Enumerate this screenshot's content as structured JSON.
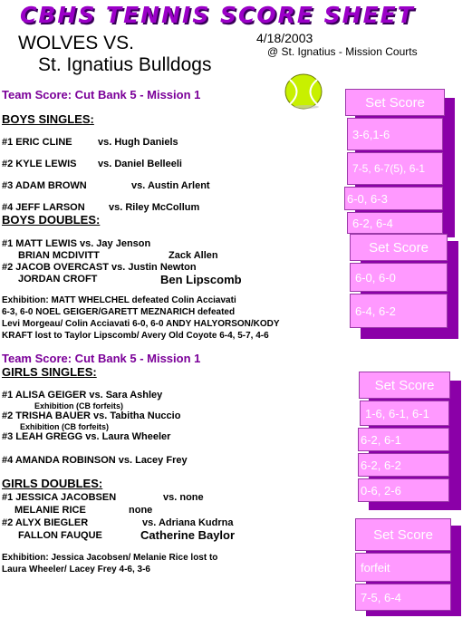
{
  "header": {
    "title": "CBHS   TENNIS SCORE SHEET",
    "team_line1": "WOLVES VS.",
    "team_line2": "St. Ignatius Bulldogs",
    "date": "4/18/2003",
    "venue": "@ St. Ignatius - Mission Courts"
  },
  "boys": {
    "team_score": "Team Score: Cut Bank 5 - Mission 1",
    "singles_title": "BOYS SINGLES:",
    "singles": [
      {
        "home": "#1  ERIC CLINE",
        "vs": "vs.  Hugh Daniels"
      },
      {
        "home": "#2  KYLE LEWIS",
        "vs": "vs.  Daniel Belleeli"
      },
      {
        "home": "#3  ADAM BROWN",
        "vs": "vs.  Austin Arlent"
      },
      {
        "home": "#4  JEFF LARSON",
        "vs": "vs.  Riley McCollum"
      }
    ],
    "doubles_title": "BOYS DOUBLES:",
    "d1_home1": "#1  MATT LEWIS vs.  Jay Jenson",
    "d1_home2": "BRIAN MCDIVITT",
    "d1_away2": "Zack Allen",
    "d2_home1": "#2  JACOB OVERCAST vs.  Justin Newton",
    "d2_home2": "JORDAN CROFT",
    "d2_away2": "Ben Lipscomb",
    "exhibition": [
      "Exhibition: MATT WHELCHEL defeated Colin Acciavati",
      " 6-3, 6-0 NOEL GEIGER/GARETT MEZNARICH defeated",
      "Levi Morgeau/ Colin Acciavati 6-0, 6-0  ANDY HALYORSON/KODY",
      "KRAFT lost to Taylor Lipscomb/ Avery Old Coyote 6-4, 5-7, 4-6"
    ],
    "singles_scores": {
      "header": "Set Score",
      "scores": [
        "3-6,1-6",
        "7-5, 6-7(5), 6-1",
        "6-0, 6-3",
        "6-2, 6-4"
      ]
    },
    "doubles_scores": {
      "header": "Set Score",
      "scores": [
        "6-0, 6-0",
        "6-4, 6-2"
      ]
    }
  },
  "girls": {
    "team_score": "Team Score: Cut Bank 5 - Mission 1",
    "singles_title": "GIRLS SINGLES:",
    "s1": "#1  ALISA GEIGER vs.  Sara Ashley",
    "s1_note": "Exhibition (CB forfeits)",
    "s2": "#2  TRISHA BAUER vs.  Tabitha Nuccio",
    "s2_note": "Exhibition (CB forfeits)",
    "s3": "#3  LEAH GREGG  vs. Laura Wheeler",
    "s4": "#4  AMANDA ROBINSON  vs.  Lacey Frey",
    "doubles_title": "GIRLS DOUBLES:",
    "d1_home1": "#1  JESSICA JACOBSEN",
    "d1_away1": "vs.  none",
    "d1_home2": "MELANIE RICE",
    "d1_away2": "none",
    "d2_home1": "#2  ALYX BIEGLER",
    "d2_away1": "vs.  Adriana Kudrna",
    "d2_home2": "FALLON FAUQUE",
    "d2_away2": "Catherine Baylor",
    "exhibition": [
      "Exhibition: Jessica Jacobsen/ Melanie Rice lost to",
      "Laura Wheeler/ Lacey Frey 4-6, 3-6"
    ],
    "singles_scores": {
      "header": "Set Score",
      "scores": [
        "1-6, 6-1, 6-1",
        "6-2, 6-1",
        "6-2, 6-2",
        "0-6, 2-6"
      ]
    },
    "doubles_scores": {
      "header": "Set Score",
      "scores": [
        "forfeit",
        "7-5, 6-4"
      ]
    }
  },
  "colors": {
    "title": "#9b00c8",
    "team_score": "#7b0099",
    "box_fill": "#ff99ff",
    "box_shadow": "#8b00a8",
    "ball": "#c8f000"
  }
}
